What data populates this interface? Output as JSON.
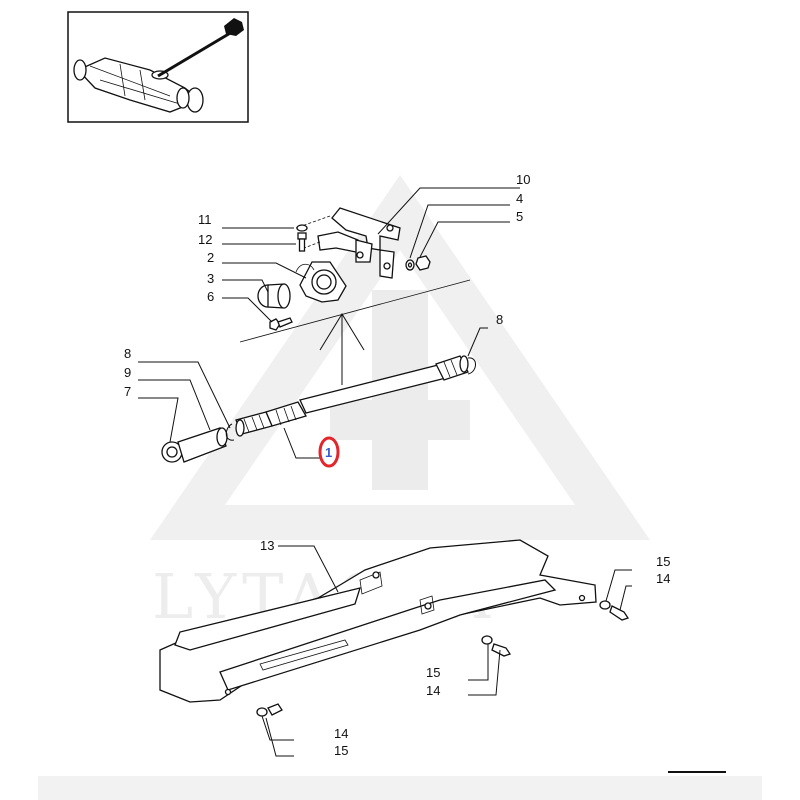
{
  "watermark": {
    "text": "LYTAGRA"
  },
  "callouts": {
    "c1": "1",
    "c2": "2",
    "c3": "3",
    "c4": "4",
    "c5": "5",
    "c6": "6",
    "c7": "7",
    "c8a": "8",
    "c8b": "8",
    "c9": "9",
    "c10": "10",
    "c11": "11",
    "c12": "12",
    "c13": "13",
    "c14a": "14",
    "c14b": "14",
    "c14c": "14",
    "c15a": "15",
    "c15b": "15",
    "c15c": "15"
  },
  "colors": {
    "highlight": "#e3262b",
    "callout_text": "#3b5bcc",
    "watermark": "#ededed"
  }
}
